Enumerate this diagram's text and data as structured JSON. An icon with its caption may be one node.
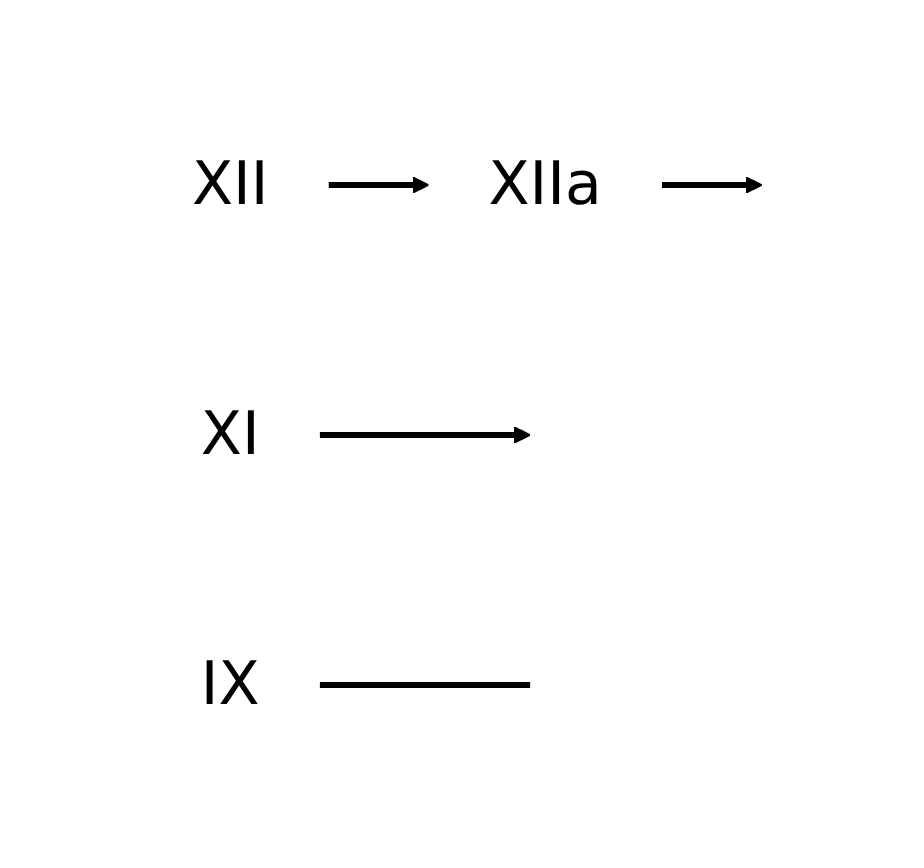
{
  "diagram": {
    "nodes": [
      {
        "text": [
          "XII"
        ]
      },
      {
        "text": [
          "XIIa"
        ]
      },
      {
        "text": [
          "XI"
        ]
      },
      {
        "text": [
          "IX"
        ]
      }
    ],
    "edges": [
      {
        "from": 0,
        "to": 1,
        "arrow": "to"
      },
      {
        "from": 1,
        "to": null,
        "arrow": "to"
      },
      {
        "from": 2,
        "to": null,
        "arrow": "to"
      },
      {
        "from": 3,
        "to": null,
        "arrow": "none"
      }
    ]
  }
}
